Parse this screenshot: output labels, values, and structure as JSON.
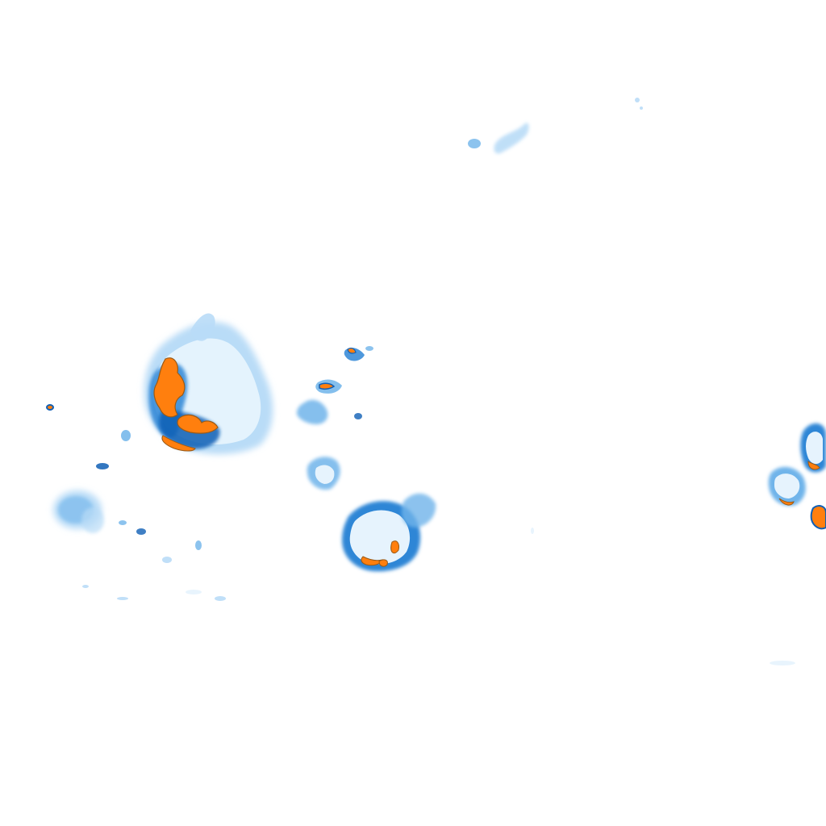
{
  "map": {
    "kind": "precipitation-radar-overlay",
    "palette": {
      "background": "#ffffff",
      "very_light": "#e6f3fd",
      "light": "#b9dcf7",
      "medium": "#6fb4ea",
      "strong": "#2f86d6",
      "heavy": "#0f5fb5",
      "extreme": "#ff7f0e",
      "extreme_edge": "#9a5a17"
    },
    "cells": [
      {
        "name": "cell-west-large",
        "intensity": "extreme"
      },
      {
        "name": "cell-center-south",
        "intensity": "heavy"
      },
      {
        "name": "cell-east-edge",
        "intensity": "extreme"
      },
      {
        "name": "cell-small-center",
        "intensity": "strong"
      },
      {
        "name": "cell-far-west",
        "intensity": "light"
      },
      {
        "name": "cell-north-wisps",
        "intensity": "light"
      }
    ]
  }
}
